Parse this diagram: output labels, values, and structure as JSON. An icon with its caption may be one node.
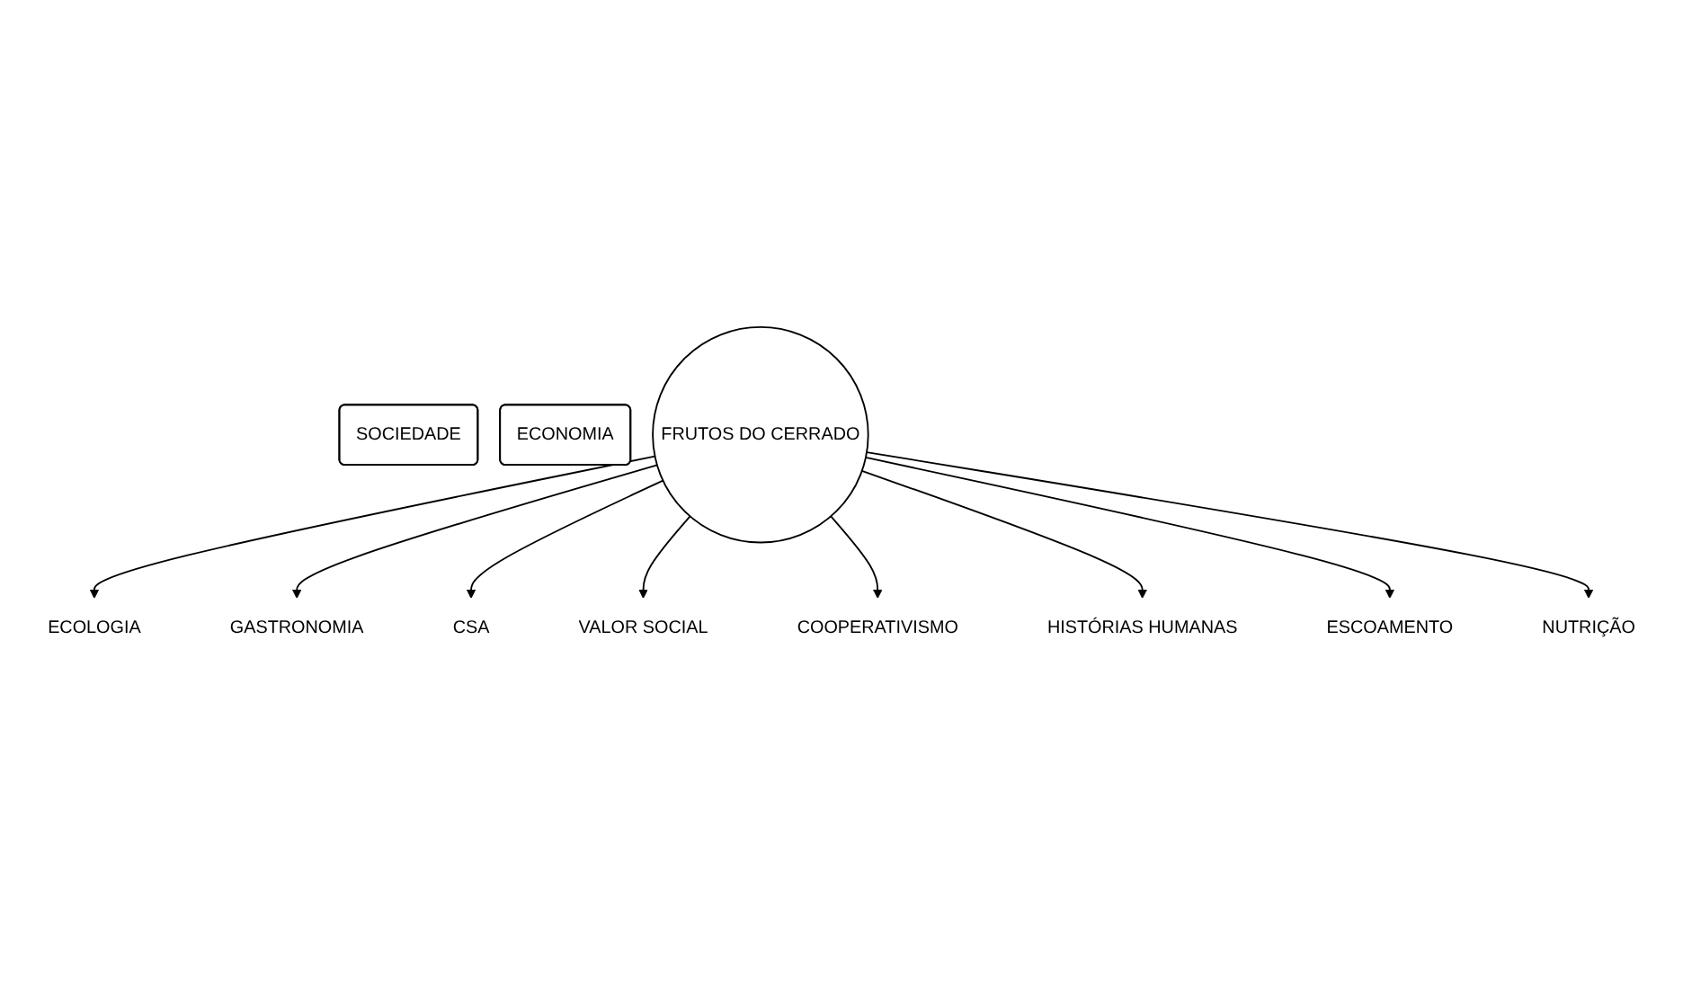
{
  "diagram": {
    "nodes": [
      {
        "text": [
          "SOCIEDADE"
        ]
      },
      {
        "text": [
          "ECOLOGIA"
        ]
      },
      {
        "text": [
          "ECONOMIA"
        ]
      },
      {
        "text": [
          "GASTRONOMIA"
        ]
      },
      {
        "text": [
          "FRUTOS DO CERRADO"
        ]
      },
      {
        "text": [
          "CSA"
        ]
      },
      {
        "text": [
          "VALOR SOCIAL"
        ]
      },
      {
        "text": [
          "COOPERATIVISMO"
        ]
      },
      {
        "text": [
          "HISTÓRIAS HUMANAS"
        ]
      },
      {
        "text": [
          "ESCOAMENTO"
        ]
      },
      {
        "text": [
          "NUTRIÇÃO"
        ]
      }
    ],
    "edges": [
      {
        "from": 4,
        "to": 1,
        "arrow": "to"
      },
      {
        "from": 4,
        "to": 3,
        "arrow": "to"
      },
      {
        "from": 4,
        "to": 5,
        "arrow": "to"
      },
      {
        "from": 4,
        "to": 6,
        "arrow": "to"
      },
      {
        "from": 4,
        "to": 7,
        "arrow": "to"
      },
      {
        "from": 4,
        "to": 8,
        "arrow": "to"
      },
      {
        "from": 4,
        "to": 9,
        "arrow": "to"
      },
      {
        "from": 4,
        "to": 10,
        "arrow": "to"
      }
    ]
  }
}
